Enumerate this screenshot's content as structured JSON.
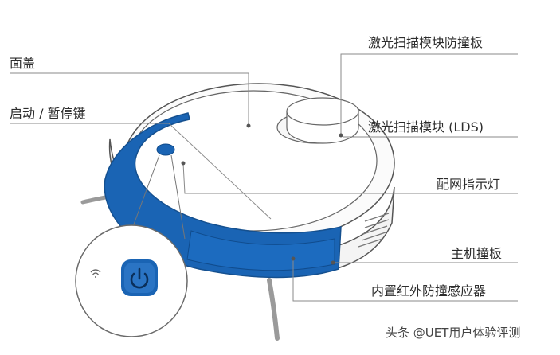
{
  "labels": {
    "lds_cover": "激光扫描模块防撞板",
    "top_cover": "面盖",
    "start_pause_key": "启动 / 暂停键",
    "lds_module": "激光扫描模块 (LDS)",
    "pairing_light": "配网指示灯",
    "main_bumper": "主机撞板",
    "ir_sensor": "内置红外防撞感应器"
  },
  "watermark": "头条 @UET用户体验评测",
  "colors": {
    "bumper_blue": "#1a64b4",
    "outline": "#555555",
    "leader_line": "#8a8a8a",
    "background": "#ffffff"
  },
  "icons": {
    "wifi": "wifi-icon",
    "power": "power-icon"
  }
}
